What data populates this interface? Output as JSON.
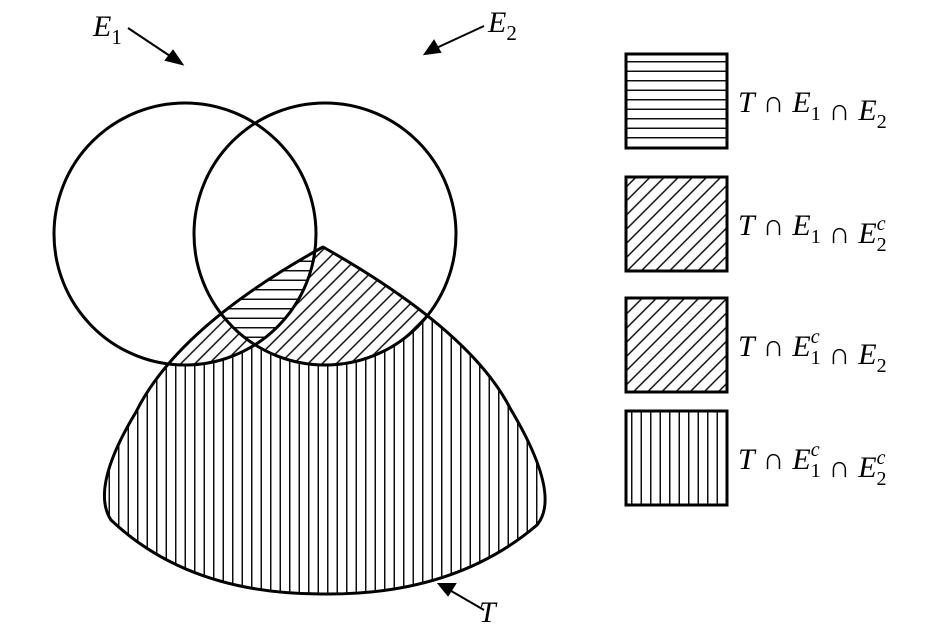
{
  "diagram": {
    "sets": [
      {
        "name": "E",
        "sub": "1"
      },
      {
        "name": "E",
        "sub": "2"
      },
      {
        "name": "T"
      }
    ],
    "legend": [
      {
        "pattern": "horizontal-lines",
        "parts": [
          {
            "v": "T"
          },
          {
            "o": "∩"
          },
          {
            "v": "E",
            "sub": "1"
          },
          {
            "o": "∩"
          },
          {
            "v": "E",
            "sub": "2"
          }
        ]
      },
      {
        "pattern": "diagonal-lines",
        "parts": [
          {
            "v": "T"
          },
          {
            "o": "∩"
          },
          {
            "v": "E",
            "sub": "1"
          },
          {
            "o": "∩"
          },
          {
            "v": "E",
            "sub": "2",
            "sup": "c"
          }
        ]
      },
      {
        "pattern": "diagonal-lines",
        "parts": [
          {
            "v": "T"
          },
          {
            "o": "∩"
          },
          {
            "v": "E",
            "sub": "1",
            "sup": "c"
          },
          {
            "o": "∩"
          },
          {
            "v": "E",
            "sub": "2"
          }
        ]
      },
      {
        "pattern": "vertical-lines",
        "parts": [
          {
            "v": "T"
          },
          {
            "o": "∩"
          },
          {
            "v": "E",
            "sub": "1",
            "sup": "c"
          },
          {
            "o": "∩"
          },
          {
            "v": "E",
            "sub": "2",
            "sup": "c"
          }
        ]
      }
    ],
    "colors": {
      "ink": "#000000",
      "background": "#ffffff"
    }
  }
}
